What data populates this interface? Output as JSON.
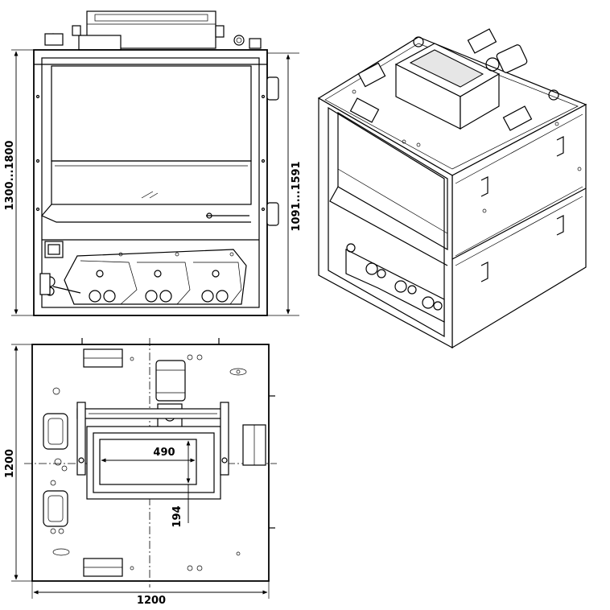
{
  "dimensions": {
    "height_range": "1300...1800",
    "inner_range": "1091...1591",
    "width_bottom": "1200",
    "depth_left": "1200",
    "opening_width": "490",
    "opening_depth": "194"
  }
}
